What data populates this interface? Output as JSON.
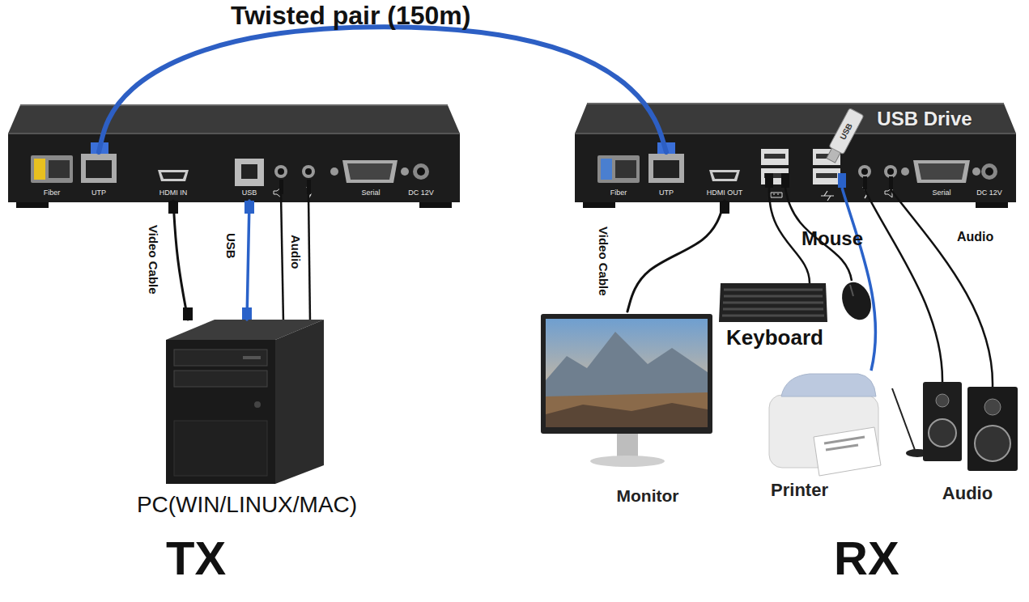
{
  "diagram": {
    "nodes": [
      {
        "text": [
          "Fiber"
        ]
      },
      {
        "text": [
          "UTP"
        ]
      },
      {
        "text": [
          "HDMI IN"
        ]
      },
      {
        "text": [
          "USB"
        ]
      },
      {
        "text": [
          "Serial"
        ]
      },
      {
        "text": [
          "DC 12V"
        ]
      },
      {
        "text": [
          "Fiber"
        ]
      },
      {
        "text": [
          "UTP"
        ]
      },
      {
        "text": [
          "HDMI OUT"
        ]
      },
      {
        "text": [
          "Serial"
        ]
      },
      {
        "text": [
          "DC 12V"
        ]
      },
      {
        "text": [
          "USB",
          "USB Drive"
        ]
      },
      {
        "text": [
          "PC(WIN/LINUX/MAC)"
        ]
      },
      {
        "text": [
          "Monitor"
        ]
      },
      {
        "text": [
          "Keyboard"
        ]
      },
      {
        "text": [
          "Mouse"
        ]
      },
      {
        "text": [
          "Printer"
        ]
      },
      {
        "text": [
          "Audio"
        ]
      }
    ],
    "edges": [
      {
        "from": 1,
        "to": 7,
        "arrow": "none",
        "label": "Twisted pair (150m)"
      },
      {
        "from": 2,
        "to": 12,
        "arrow": "none",
        "label": "Video Cable"
      },
      {
        "from": 3,
        "to": 12,
        "arrow": "none",
        "label": "USB"
      },
      {
        "from": 8,
        "to": 13,
        "arrow": "none",
        "label": "Video Cable"
      }
    ],
    "labels": [
      "Audio",
      "Audio",
      "TX",
      "RX"
    ]
  }
}
